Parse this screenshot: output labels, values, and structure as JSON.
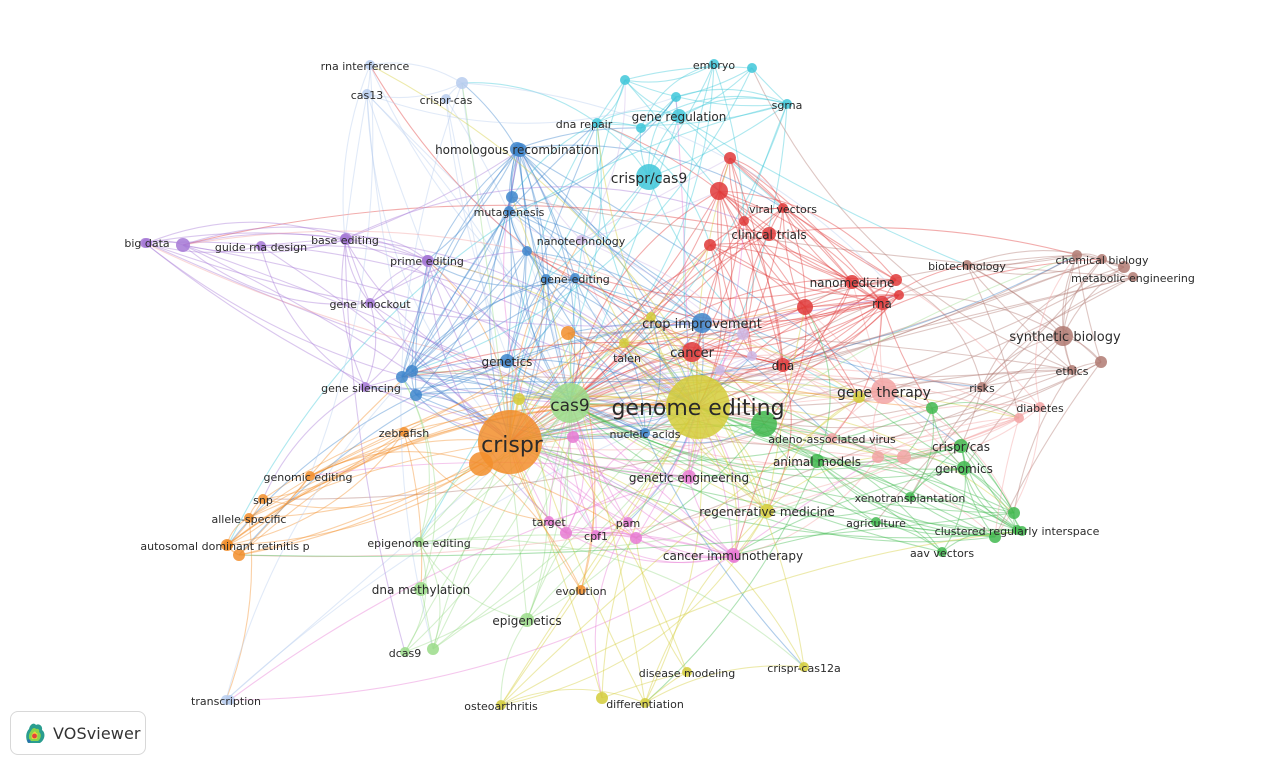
{
  "app": {
    "name": "VOSviewer",
    "logo_icon": "vosviewer-logo-icon"
  },
  "clusters": {
    "orange": "#f28e2b",
    "yellow": "#d4cc3a",
    "green": "#41b94f",
    "lightgreen": "#9bdc8a",
    "red": "#e03a3a",
    "salmon": "#f2a3a3",
    "brown": "#b07a72",
    "cyan": "#3fc7d9",
    "blue": "#3f86cc",
    "lightblue": "#b7cdef",
    "purple": "#a679d6",
    "lavender": "#cdb8e6",
    "pink": "#e77ad3"
  },
  "nodes": [
    {
      "label": "crispr",
      "cluster": "orange",
      "weight": 10
    },
    {
      "label": "genome editing",
      "cluster": "yellow",
      "weight": 10
    },
    {
      "label": "cas9",
      "cluster": "lightgreen",
      "weight": 6
    },
    {
      "label": "crispr/cas9",
      "cluster": "cyan",
      "weight": 4
    },
    {
      "label": "gene therapy",
      "cluster": "salmon",
      "weight": 4
    },
    {
      "label": "synthetic biology",
      "cluster": "brown",
      "weight": 3
    },
    {
      "label": "cancer",
      "cluster": "red",
      "weight": 3
    },
    {
      "label": "crop improvement",
      "cluster": "blue",
      "weight": 3
    },
    {
      "label": "genetics",
      "cluster": "blue",
      "weight": 2
    },
    {
      "label": "homologous recombination",
      "cluster": "blue",
      "weight": 2
    },
    {
      "label": "gene regulation",
      "cluster": "cyan",
      "weight": 2
    },
    {
      "label": "nanomedicine",
      "cluster": "red",
      "weight": 2
    },
    {
      "label": "rna",
      "cluster": "red",
      "weight": 2
    },
    {
      "label": "dna",
      "cluster": "red",
      "weight": 2
    },
    {
      "label": "clinical trials",
      "cluster": "red",
      "weight": 2
    },
    {
      "label": "viral vectors",
      "cluster": "red",
      "weight": 1
    },
    {
      "label": "biotechnology",
      "cluster": "brown",
      "weight": 1
    },
    {
      "label": "chemical biology",
      "cluster": "brown",
      "weight": 1
    },
    {
      "label": "metabolic engineering",
      "cluster": "brown",
      "weight": 1
    },
    {
      "label": "ethics",
      "cluster": "brown",
      "weight": 1
    },
    {
      "label": "risks",
      "cluster": "brown",
      "weight": 1
    },
    {
      "label": "diabetes",
      "cluster": "salmon",
      "weight": 1
    },
    {
      "label": "adeno-associated virus",
      "cluster": "salmon",
      "weight": 1
    },
    {
      "label": "crispr/cas",
      "cluster": "green",
      "weight": 2
    },
    {
      "label": "genomics",
      "cluster": "green",
      "weight": 2
    },
    {
      "label": "animal models",
      "cluster": "green",
      "weight": 2
    },
    {
      "label": "xenotransplantation",
      "cluster": "green",
      "weight": 1
    },
    {
      "label": "agriculture",
      "cluster": "green",
      "weight": 1
    },
    {
      "label": "clustered regularly interspace",
      "cluster": "green",
      "weight": 1
    },
    {
      "label": "aav vectors",
      "cluster": "green",
      "weight": 1
    },
    {
      "label": "regenerative medicine",
      "cluster": "yellow",
      "weight": 2
    },
    {
      "label": "genetic engineering",
      "cluster": "pink",
      "weight": 2
    },
    {
      "label": "cancer immunotherapy",
      "cluster": "pink",
      "weight": 2
    },
    {
      "label": "nucleic acids",
      "cluster": "blue",
      "weight": 1
    },
    {
      "label": "talen",
      "cluster": "yellow",
      "weight": 1
    },
    {
      "label": "nanotechnology",
      "cluster": "lavender",
      "weight": 1
    },
    {
      "label": "gene-editing",
      "cluster": "blue",
      "weight": 1
    },
    {
      "label": "mutagenesis",
      "cluster": "blue",
      "weight": 1
    },
    {
      "label": "dna repair",
      "cluster": "cyan",
      "weight": 1
    },
    {
      "label": "embryo",
      "cluster": "cyan",
      "weight": 1
    },
    {
      "label": "sgrna",
      "cluster": "cyan",
      "weight": 1
    },
    {
      "label": "crispr-cas",
      "cluster": "lightblue",
      "weight": 1
    },
    {
      "label": "rna interference",
      "cluster": "lightblue",
      "weight": 1
    },
    {
      "label": "cas13",
      "cluster": "lightblue",
      "weight": 1
    },
    {
      "label": "big data",
      "cluster": "purple",
      "weight": 1
    },
    {
      "label": "guide rna design",
      "cluster": "purple",
      "weight": 1
    },
    {
      "label": "base editing",
      "cluster": "purple",
      "weight": 1
    },
    {
      "label": "prime editing",
      "cluster": "purple",
      "weight": 1
    },
    {
      "label": "gene knockout",
      "cluster": "purple",
      "weight": 1
    },
    {
      "label": "gene silencing",
      "cluster": "purple",
      "weight": 1
    },
    {
      "label": "zebrafish",
      "cluster": "orange",
      "weight": 1
    },
    {
      "label": "genomic editing",
      "cluster": "orange",
      "weight": 1
    },
    {
      "label": "snp",
      "cluster": "orange",
      "weight": 1
    },
    {
      "label": "allele-specific",
      "cluster": "orange",
      "weight": 1
    },
    {
      "label": "autosomal dominant retinitis p",
      "cluster": "orange",
      "weight": 1
    },
    {
      "label": "epigenome editing",
      "cluster": "lightgreen",
      "weight": 1
    },
    {
      "label": "dna methylation",
      "cluster": "lightgreen",
      "weight": 2
    },
    {
      "label": "epigenetics",
      "cluster": "lightgreen",
      "weight": 2
    },
    {
      "label": "dcas9",
      "cluster": "lightgreen",
      "weight": 1
    },
    {
      "label": "target",
      "cluster": "pink",
      "weight": 1
    },
    {
      "label": "cpf1",
      "cluster": "pink",
      "weight": 1
    },
    {
      "label": "pam",
      "cluster": "pink",
      "weight": 1
    },
    {
      "label": "evolution",
      "cluster": "orange",
      "weight": 1
    },
    {
      "label": "disease modeling",
      "cluster": "yellow",
      "weight": 1
    },
    {
      "label": "crispr-cas12a",
      "cluster": "yellow",
      "weight": 1
    },
    {
      "label": "differentiation",
      "cluster": "yellow",
      "weight": 1
    },
    {
      "label": "osteoarthritis",
      "cluster": "yellow",
      "weight": 1
    },
    {
      "label": "transcription",
      "cluster": "lightblue",
      "weight": 1
    }
  ]
}
